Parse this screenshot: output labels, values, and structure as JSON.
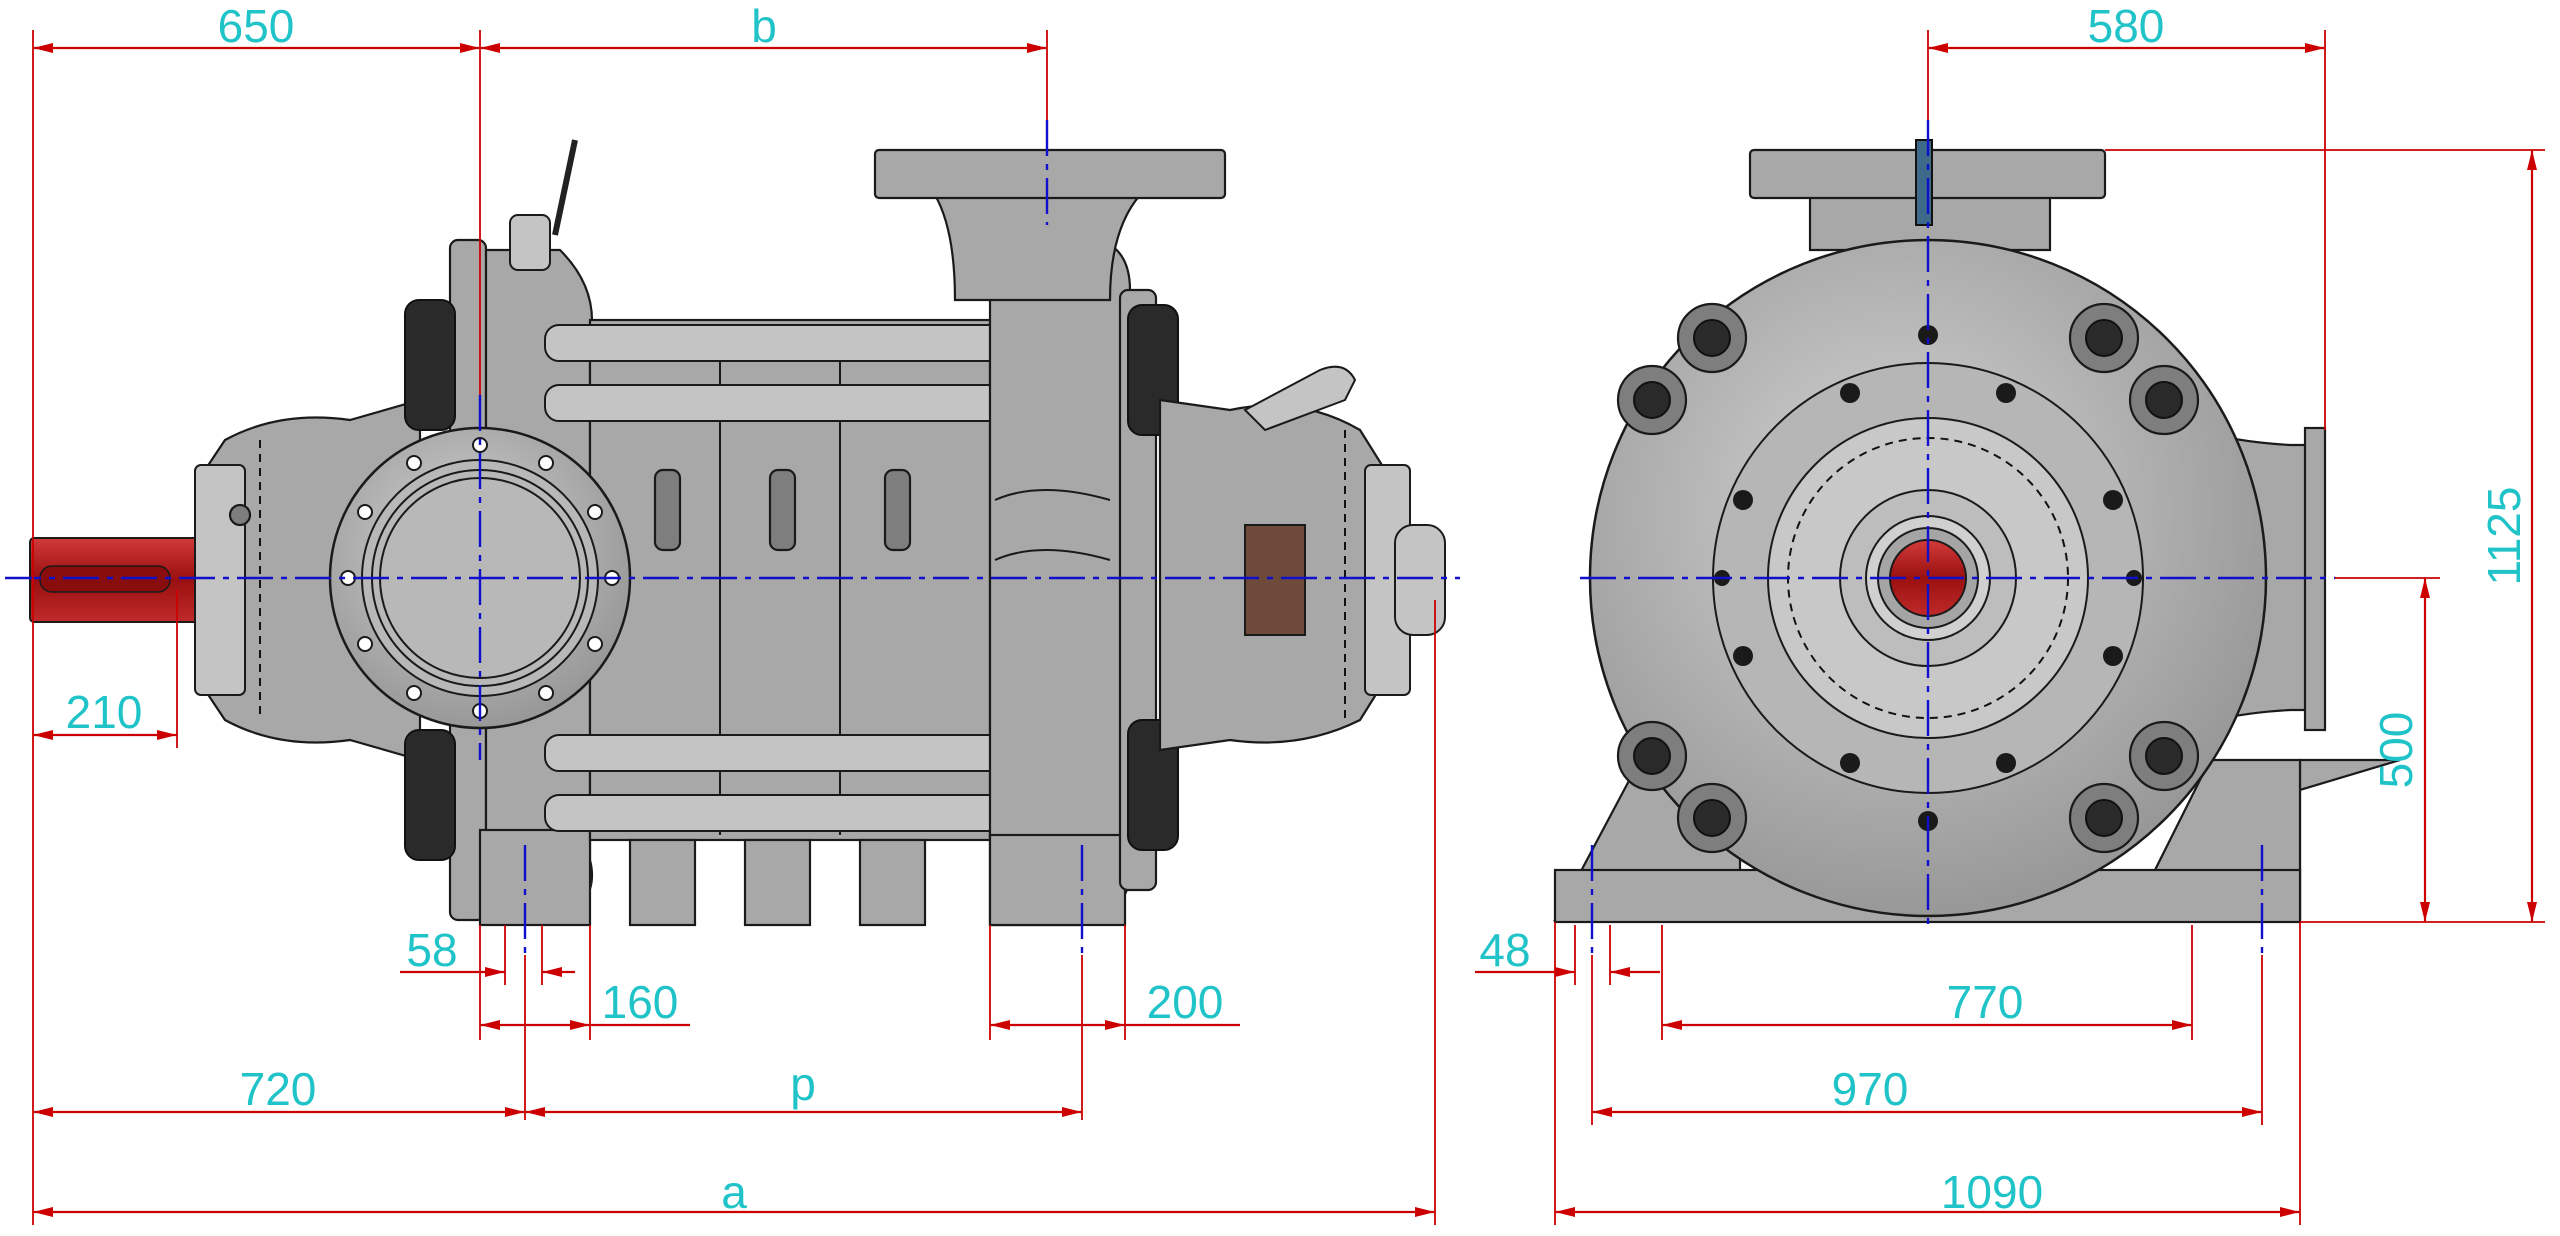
{
  "colors": {
    "dimension_line": "#cc0000",
    "dimension_text": "#1fc3c8",
    "center_line": "#1010cc",
    "pump_body": "#a8a8a8",
    "shaft": "#b31b1b"
  },
  "side_view": {
    "dims": {
      "a": "a",
      "b": "b",
      "p": "p",
      "d650": "650",
      "d210": "210",
      "d58": "58",
      "d160": "160",
      "d200": "200",
      "d720": "720"
    }
  },
  "end_view": {
    "dims": {
      "d580": "580",
      "d1125": "1125",
      "d500": "500",
      "d48": "48",
      "d770": "770",
      "d970": "970",
      "d1090": "1090"
    }
  }
}
